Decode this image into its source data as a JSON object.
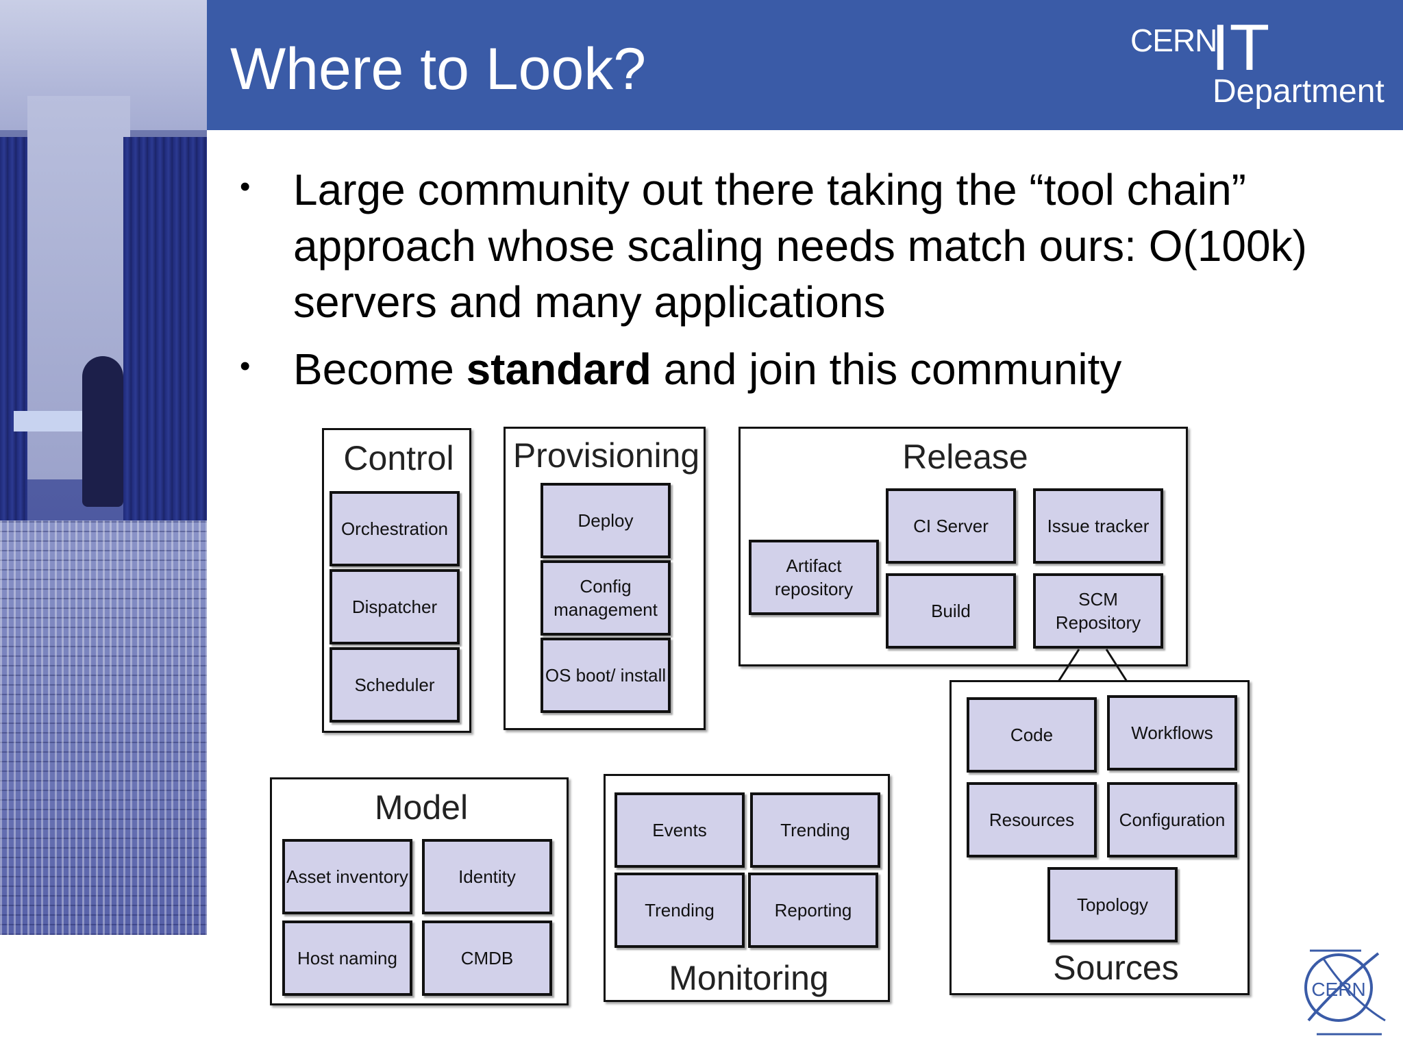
{
  "slide": {
    "title": "Where to Look?",
    "logo": {
      "cern": "CERN",
      "it": "IT",
      "department": "Department"
    },
    "bullets": [
      {
        "text": "Large community out there taking the “tool chain” approach whose scaling needs match ours: O(100k) servers and many applications"
      },
      {
        "pre": "Become ",
        "bold": "standard",
        "post": " and join this community"
      }
    ],
    "bullet_symbol": "•",
    "emblem_text": "CERN"
  },
  "diagram": {
    "groups": {
      "control": {
        "title": "Control",
        "items": [
          "Orchestration",
          "Dispatcher",
          "Scheduler"
        ]
      },
      "provisioning": {
        "title": "Provisioning",
        "items": [
          "Deploy",
          "Config management",
          "OS boot/ install"
        ]
      },
      "release": {
        "title": "Release",
        "items": [
          "Artifact repository",
          "CI Server",
          "Issue tracker",
          "Build",
          "SCM Repository"
        ]
      },
      "model": {
        "title": "Model",
        "items": [
          "Asset inventory",
          "Identity",
          "Host naming",
          "CMDB"
        ]
      },
      "monitoring": {
        "title": "Monitoring",
        "items": [
          "Events",
          "Trending",
          "Trending",
          "Reporting"
        ]
      },
      "sources": {
        "title": "Sources",
        "items": [
          "Code",
          "Workflows",
          "Resources",
          "Configuration",
          "Topology"
        ]
      }
    }
  }
}
